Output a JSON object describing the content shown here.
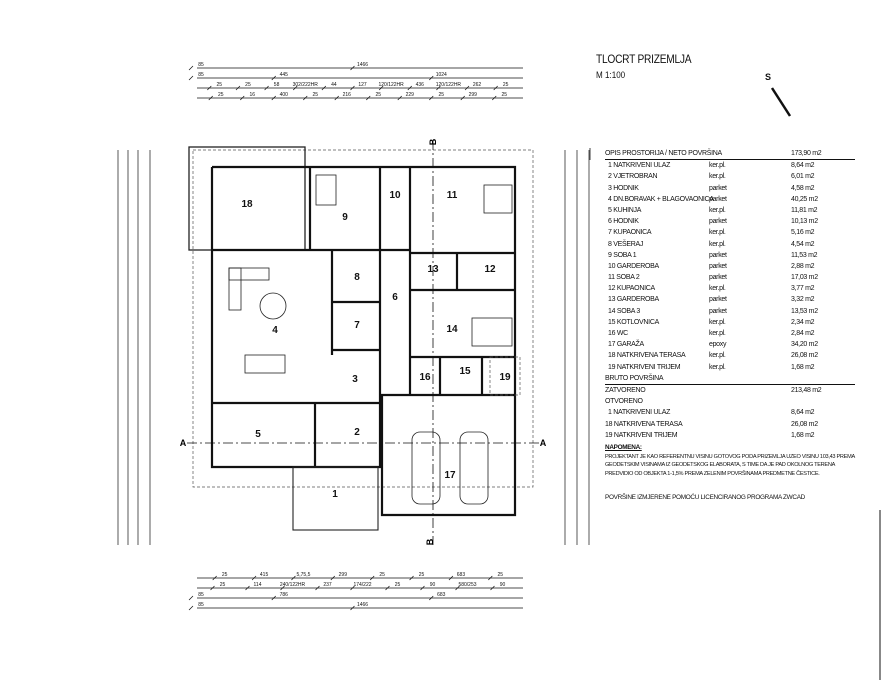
{
  "title": "TLOCRT PRIZEMLJA",
  "scale": "M 1:100",
  "north_label": "S",
  "section_labels": {
    "a": "A",
    "b": "B"
  },
  "rooms": [
    "1",
    "2",
    "3",
    "4",
    "5",
    "6",
    "7",
    "8",
    "9",
    "10",
    "11",
    "12",
    "13",
    "14",
    "15",
    "16",
    "17",
    "18",
    "19"
  ],
  "table": {
    "header": {
      "name": "OPIS PROSTORIJA / NETO POVRŠINA",
      "area": "173,90 m2"
    },
    "rows": [
      {
        "name": "1 NATKRIVENI ULAZ",
        "floor": "ker.pl.",
        "area": "8,64 m2"
      },
      {
        "name": "2 VJETROBRAN",
        "floor": "ker.pl.",
        "area": "6,01 m2"
      },
      {
        "name": "3 HODNIK",
        "floor": "parket",
        "area": "4,58 m2"
      },
      {
        "name": "4 DN.BORAVAK + BLAGOVAONICA",
        "floor": "parket",
        "area": "40,25 m2"
      },
      {
        "name": "5 KUHINJA",
        "floor": "ker.pl.",
        "area": "11,81 m2"
      },
      {
        "name": "6 HODNIK",
        "floor": "parket",
        "area": "10,13 m2"
      },
      {
        "name": "7 KUPAONICA",
        "floor": "ker.pl.",
        "area": "5,16 m2"
      },
      {
        "name": "8 VEŠERAJ",
        "floor": "ker.pl.",
        "area": "4,54 m2"
      },
      {
        "name": "9 SOBA 1",
        "floor": "parket",
        "area": "11,53 m2"
      },
      {
        "name": "10 GARDEROBA",
        "floor": "parket",
        "area": "2,88 m2"
      },
      {
        "name": "11 SOBA 2",
        "floor": "parket",
        "area": "17,03 m2"
      },
      {
        "name": "12 KUPAONICA",
        "floor": "ker.pl.",
        "area": "3,77 m2"
      },
      {
        "name": "13 GARDEROBA",
        "floor": "parket",
        "area": "3,32 m2"
      },
      {
        "name": "14 SOBA 3",
        "floor": "parket",
        "area": "13,53 m2"
      },
      {
        "name": "15 KOTLOVNICA",
        "floor": "ker.pl.",
        "area": "2,34 m2"
      },
      {
        "name": "16 WC",
        "floor": "ker.pl.",
        "area": "2,84 m2"
      },
      {
        "name": "17 GARAŽA",
        "floor": "epoxy",
        "area": "34,20 m2"
      },
      {
        "name": "18 NATKRIVENA TERASA",
        "floor": "ker.pl.",
        "area": "26,08 m2"
      },
      {
        "name": "19 NATKRIVENI TRIJEM",
        "floor": "ker.pl.",
        "area": "1,68 m2"
      }
    ],
    "bruto_header": "BRUTO POVRŠINA",
    "closed": {
      "name": "ZATVORENO",
      "area": "213,48 m2"
    },
    "open_header": "OTVORENO",
    "open_rows": [
      {
        "name": "1 NATKRIVENI ULAZ",
        "area": "8,64 m2"
      },
      {
        "name": "18 NATKRIVENA TERASA",
        "area": "26,08 m2"
      },
      {
        "name": "19 NATKRIVENI TRIJEM",
        "area": "1,68 m2"
      }
    ],
    "note_header": "NAPOMENA:",
    "note": "PROJEKTANT JE KAO REFERENTNU VISINU GOTOVOG PODA PRIZEMLJA UZEO VISINU 103,43 PREMA GEODETSKIM VISINAMA IZ GEODETSKOG ELABORATA, S TIME DA JE PAD OKOLNOG TERENA PREDVIDIO OD OBJEKTA 1-1,5% PREMA ZELENIM POVRŠINAMA PREDMETNE ČESTICE.",
    "footer": "POVRŠINE IZMJERENE POMOĆU LICENCIRANOG PROGRAMA ZWCAD"
  },
  "dimensions": {
    "top": [
      [
        "85",
        "1466"
      ],
      [
        "85",
        "445",
        "1024"
      ],
      [
        "25",
        "25",
        "58",
        "302/222HR",
        "44",
        "127",
        "120/122HR",
        "436",
        "120/122HR",
        "262",
        "25"
      ],
      [
        "25",
        "16",
        "400",
        "25",
        "216",
        "25",
        "229",
        "25",
        "299",
        "25"
      ]
    ],
    "bottom": [
      [
        "25",
        "415",
        "5,75,5",
        "299",
        "25",
        "25",
        "683",
        "25"
      ],
      [
        "25",
        "114",
        "240/122HR",
        "237",
        "174/222",
        "25",
        "90",
        "580/253",
        "90"
      ],
      [
        "85",
        "786",
        "683"
      ],
      [
        "85",
        "1466"
      ]
    ]
  }
}
